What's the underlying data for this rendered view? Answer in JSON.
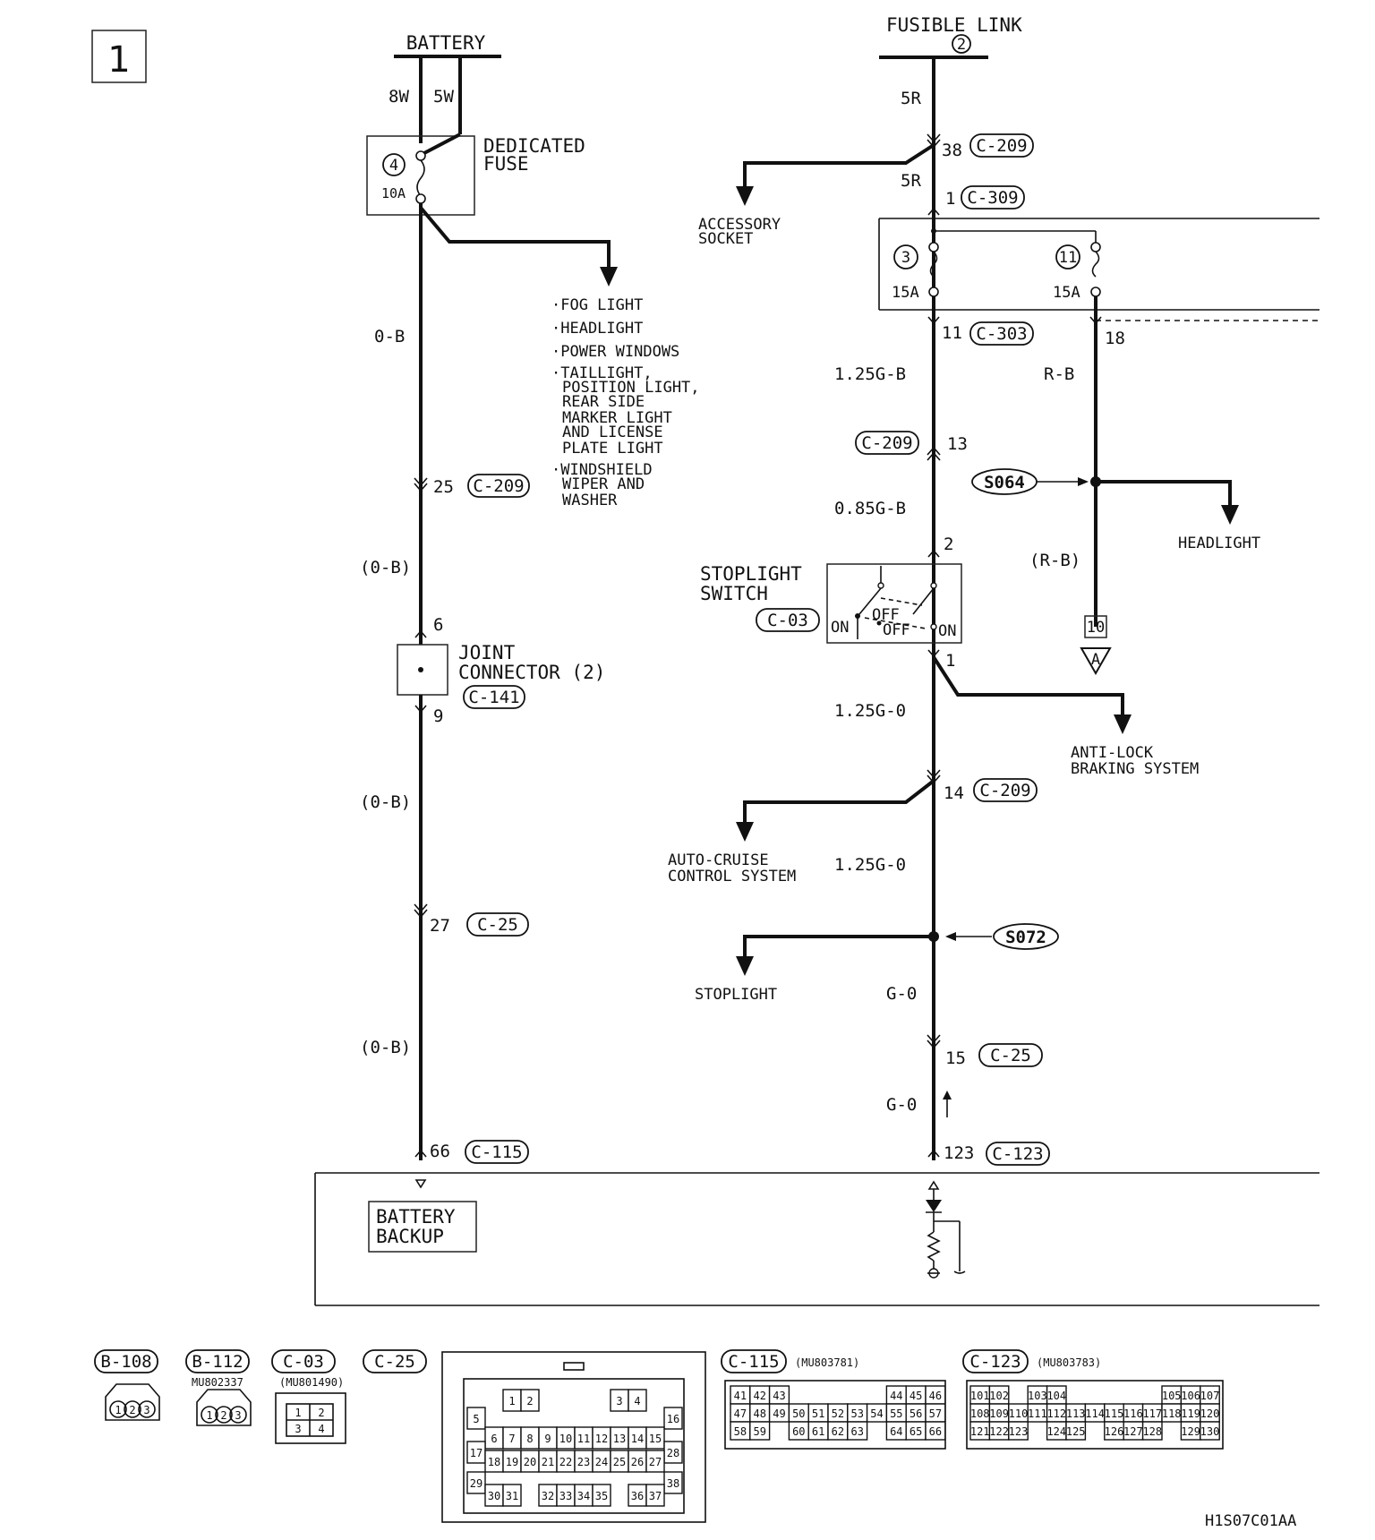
{
  "page_number": "1",
  "sources": {
    "battery": "BATTERY",
    "fusible_link": "FUSIBLE LINK",
    "fusible_link_num": "2"
  },
  "wires": {
    "w8w": "8W",
    "w5w": "5W",
    "w5r_top": "5R",
    "w5r_mid": "5R",
    "ob_1": "0-B",
    "ob_2": "(0-B)",
    "ob_3": "(0-B)",
    "ob_4": "(0-B)",
    "g125gb": "1.25G-B",
    "g085gb": "0.85G-B",
    "g125go_1": "1.25G-0",
    "g125go_2": "1.25G-0",
    "go_1": "G-0",
    "go_2": "G-0",
    "rb": "R-B",
    "rb_paren": "(R-B)"
  },
  "fuses": {
    "dedicated_line1": "DEDICATED",
    "dedicated_line2": "FUSE",
    "f4_num": "4",
    "f4_amp": "10A",
    "f3_num": "3",
    "f3_amp": "15A",
    "f11_num": "11",
    "f11_amp": "15A"
  },
  "pins": {
    "p38": "38",
    "p1_top": "1",
    "p11": "11",
    "p13": "13",
    "p2": "2",
    "p1_switch": "1",
    "p14": "14",
    "p15": "15",
    "p123": "123",
    "p18": "18",
    "p25": "25",
    "p6": "6",
    "p9": "9",
    "p27": "27",
    "p66": "66",
    "p10": "10",
    "tri_a": "A"
  },
  "connectors": {
    "c209_a": "C-209",
    "c309": "C-309",
    "c303": "C-303",
    "c209_b": "C-209",
    "c03_sw": "C-03",
    "c209_c": "C-209",
    "c25_a": "C-25",
    "c123_a": "C-123",
    "c209_d": "C-209",
    "c141": "C-141",
    "c25_b": "C-25",
    "c115_a": "C-115"
  },
  "destinations": {
    "accessory_l1": "ACCESSORY",
    "accessory_l2": "SOCKET",
    "list": [
      [
        "·FOG LIGHT"
      ],
      [
        "·HEADLIGHT"
      ],
      [
        "·POWER WINDOWS"
      ],
      [
        "·TAILLIGHT,",
        "POSITION LIGHT,",
        "REAR SIDE",
        "MARKER LIGHT",
        "AND LICENSE",
        "PLATE LIGHT"
      ],
      [
        "·WINDSHIELD",
        "WIPER AND",
        "WASHER"
      ]
    ],
    "headlight": "HEADLIGHT",
    "abs_l1": "ANTI-LOCK",
    "abs_l2": "BRAKING SYSTEM",
    "cruise_l1": "AUTO-CRUISE",
    "cruise_l2": "CONTROL SYSTEM",
    "stoplight": "STOPLIGHT"
  },
  "splices": {
    "s064": "S064",
    "s072": "S072"
  },
  "stoplight_switch": {
    "l1": "STOPLIGHT",
    "l2": "SWITCH",
    "on_left": "ON",
    "off_a": "OFF",
    "off_b": "OFF",
    "on_right": "ON"
  },
  "joint_connector": {
    "l1": "JOINT",
    "l2": "CONNECTOR (2)"
  },
  "battery_backup": {
    "l1": "BATTERY",
    "l2": "BACKUP"
  },
  "connector_views": {
    "b108": {
      "label": "B-108",
      "pins": [
        "1",
        "2",
        "3"
      ]
    },
    "b112": {
      "label": "B-112",
      "part": "MU802337",
      "pins": [
        "1",
        "2",
        "3"
      ]
    },
    "c03": {
      "label": "C-03",
      "part": "(MU801490)",
      "pins": [
        "1",
        "2",
        "3",
        "4"
      ]
    },
    "c25": {
      "label": "C-25",
      "cells": [
        "1",
        "2",
        "3",
        "4",
        "5",
        "16",
        "6",
        "7",
        "8",
        "9",
        "10",
        "11",
        "12",
        "13",
        "14",
        "15",
        "17",
        "28",
        "18",
        "19",
        "20",
        "21",
        "22",
        "23",
        "24",
        "25",
        "26",
        "27",
        "29",
        "38",
        "30",
        "31",
        "32",
        "33",
        "34",
        "35",
        "36",
        "37"
      ]
    },
    "c115": {
      "label": "C-115",
      "part": "(MU803781)",
      "rows": [
        [
          "41",
          "42",
          "43",
          "",
          "",
          "",
          "",
          "",
          "44",
          "45",
          "46"
        ],
        [
          "47",
          "48",
          "49",
          "50",
          "51",
          "52",
          "53",
          "54",
          "55",
          "56",
          "57"
        ],
        [
          "58",
          "59",
          "",
          "60",
          "61",
          "62",
          "63",
          "",
          "64",
          "65",
          "66"
        ]
      ]
    },
    "c123": {
      "label": "C-123",
      "part": "(MU803783)",
      "rows": [
        [
          "101",
          "102",
          "",
          "103",
          "104",
          "",
          "",
          "",
          "",
          "",
          "105",
          "106",
          "107"
        ],
        [
          "108",
          "109",
          "110",
          "111",
          "112",
          "113",
          "114",
          "115",
          "116",
          "117",
          "118",
          "119",
          "120"
        ],
        [
          "121",
          "122",
          "123",
          "",
          "124",
          "125",
          "",
          "126",
          "127",
          "128",
          "",
          "129",
          "130"
        ]
      ]
    }
  },
  "figure_code": "H1S07C01AA"
}
